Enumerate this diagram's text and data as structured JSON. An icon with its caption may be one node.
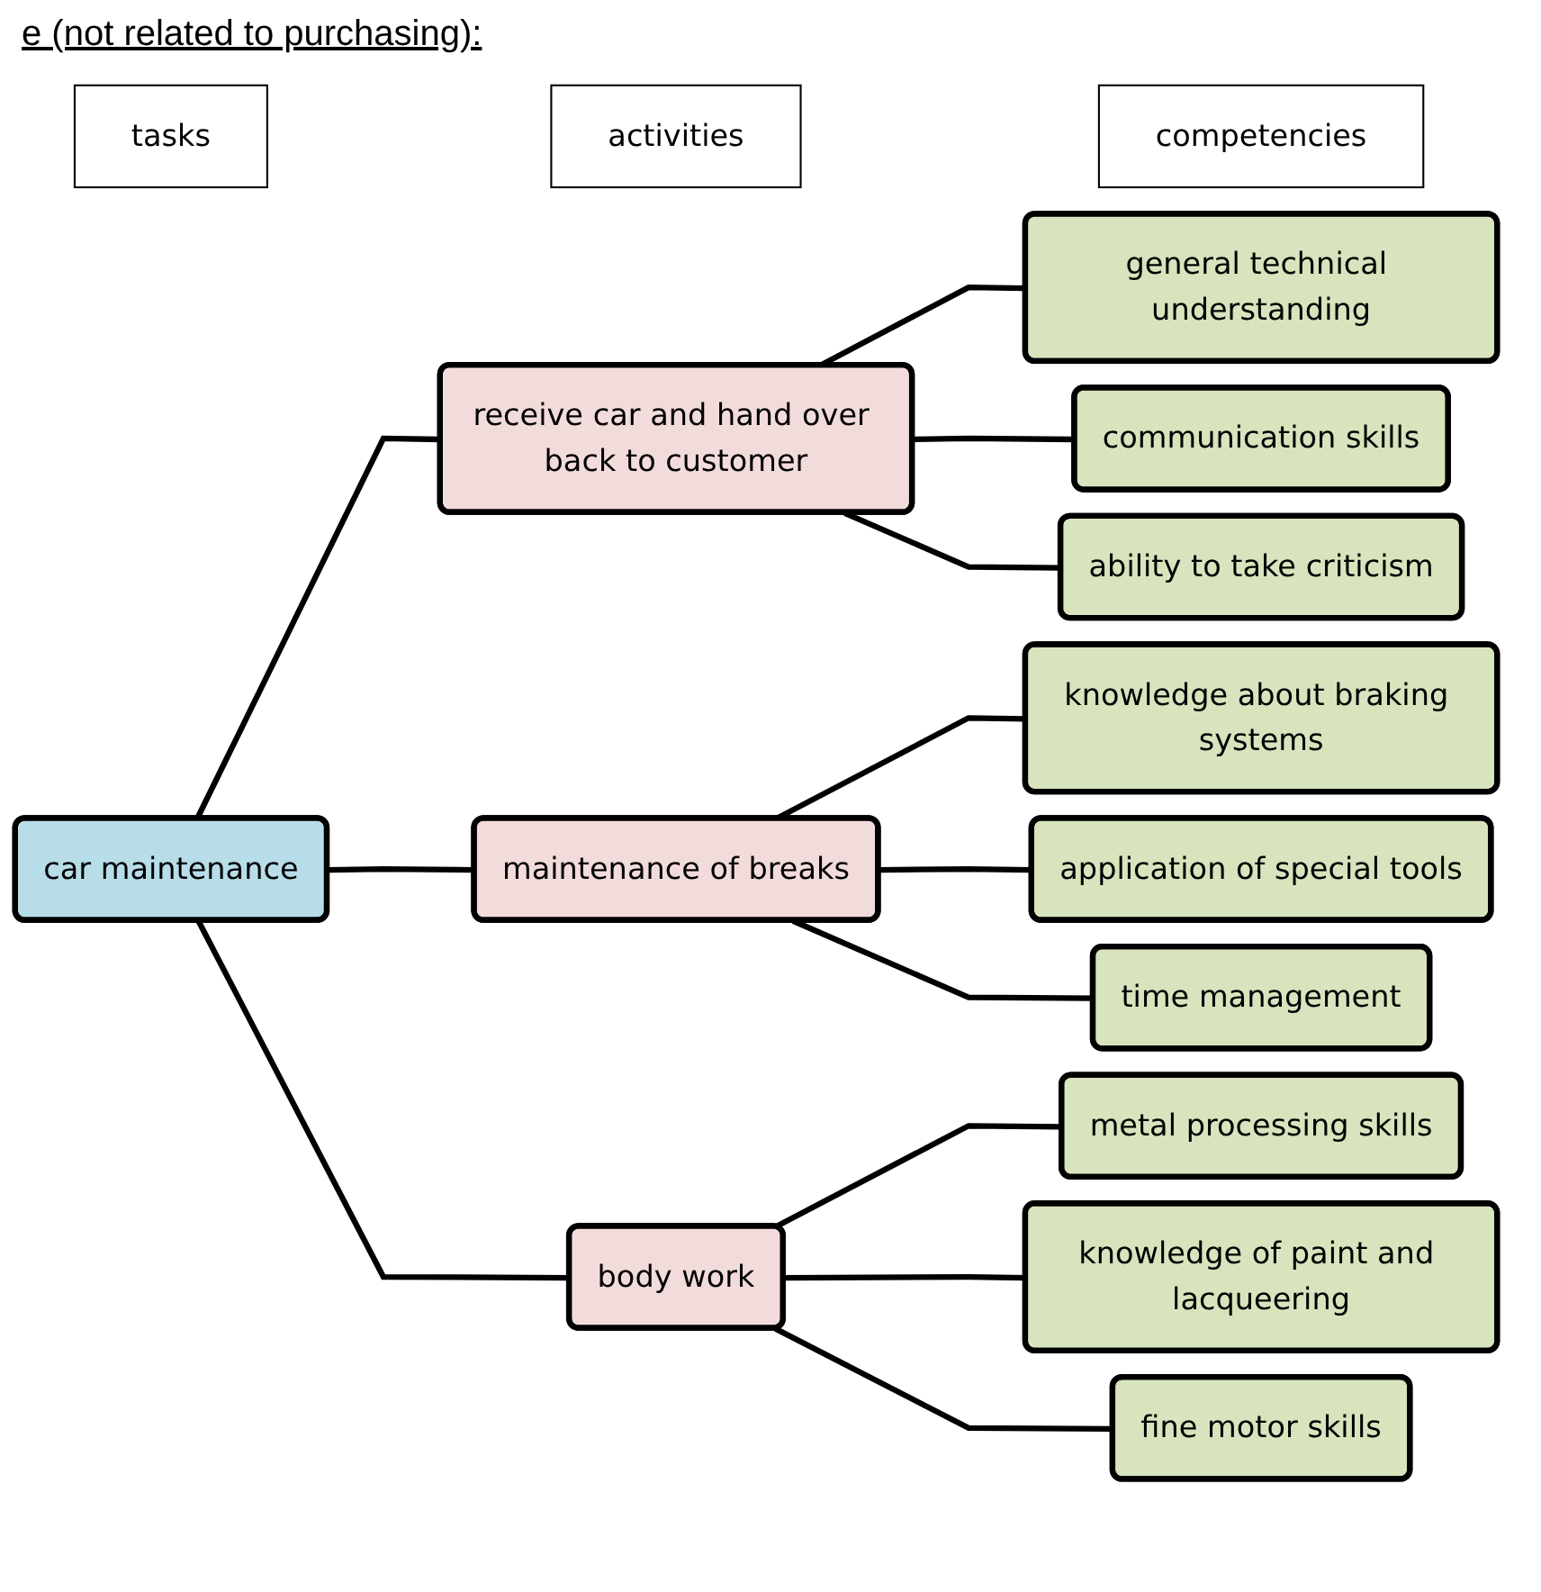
{
  "diagram": {
    "title": "e (not related to purchasing):",
    "nodes": [
      {
        "text": [
          "competencies"
        ]
      },
      {
        "text": [
          "activities"
        ]
      },
      {
        "text": [
          "tasks"
        ]
      },
      {
        "text": [
          "car maintenance"
        ]
      },
      {
        "text": [
          "receive car and hand over back to customer"
        ]
      },
      {
        "text": [
          "maintenance of breaks"
        ]
      },
      {
        "text": [
          "body work"
        ]
      },
      {
        "text": [
          "general technical understanding"
        ]
      },
      {
        "text": [
          "communication skills"
        ]
      },
      {
        "text": [
          "ability to take criticism"
        ]
      },
      {
        "text": [
          "knowledge about braking systems"
        ]
      },
      {
        "text": [
          "application of special tools"
        ]
      },
      {
        "text": [
          "time management"
        ]
      },
      {
        "text": [
          "metal processing skills"
        ]
      },
      {
        "text": [
          "knowledge of paint and lacqueering"
        ]
      },
      {
        "text": [
          "fine motor skills"
        ]
      }
    ],
    "edges": [
      {
        "from": 3,
        "to": 4,
        "arrow": "none"
      },
      {
        "from": 3,
        "to": 5,
        "arrow": "none"
      },
      {
        "from": 3,
        "to": 6,
        "arrow": "none"
      },
      {
        "from": 4,
        "to": 7,
        "arrow": "none"
      },
      {
        "from": 4,
        "to": 8,
        "arrow": "none"
      },
      {
        "from": 4,
        "to": 9,
        "arrow": "none"
      },
      {
        "from": 5,
        "to": 10,
        "arrow": "none"
      },
      {
        "from": 5,
        "to": 11,
        "arrow": "none"
      },
      {
        "from": 5,
        "to": 12,
        "arrow": "none"
      },
      {
        "from": 6,
        "to": 13,
        "arrow": "none"
      },
      {
        "from": 6,
        "to": 14,
        "arrow": "none"
      },
      {
        "from": 6,
        "to": 15,
        "arrow": "none"
      }
    ]
  }
}
